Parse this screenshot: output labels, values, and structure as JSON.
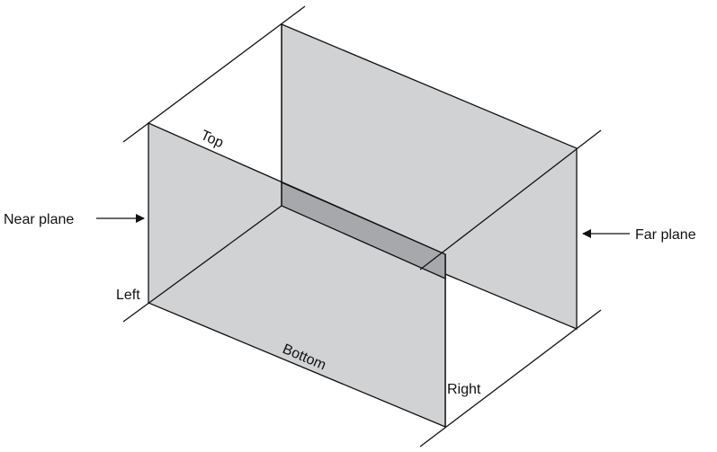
{
  "labels": {
    "top": "Top",
    "bottom": "Bottom",
    "left": "Left",
    "right": "Right",
    "near_plane": "Near plane",
    "far_plane": "Far plane"
  },
  "colors": {
    "plane_fill": "#d1d2d4",
    "overlap_fill": "#a7a8ab",
    "stroke": "#111111"
  }
}
